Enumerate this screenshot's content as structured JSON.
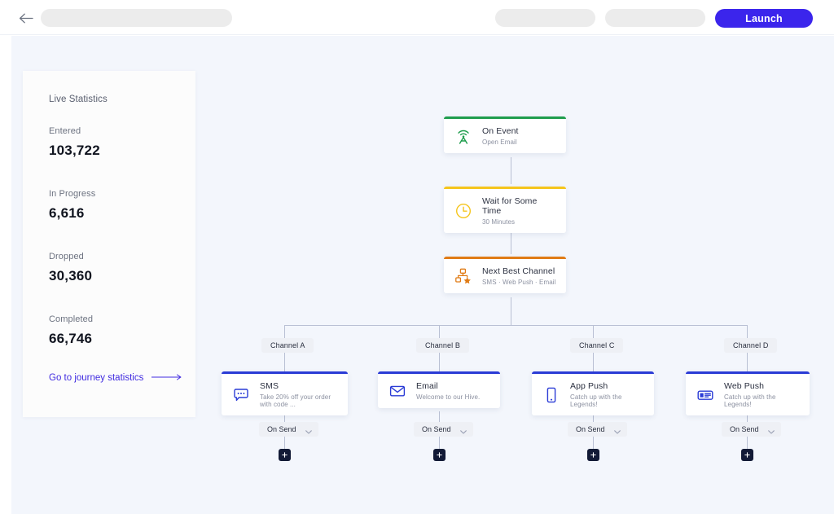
{
  "topbar": {
    "back_icon": "arrow-left-icon",
    "title_placeholder": "",
    "secondary_pill": "",
    "tertiary_pill": "",
    "launch_label": "Launch",
    "launch_color": "#3b25ec"
  },
  "stats": {
    "heading": "Live Statistics",
    "items": [
      {
        "label": "Entered",
        "value": "103,722"
      },
      {
        "label": "In Progress",
        "value": "6,616"
      },
      {
        "label": "Dropped",
        "value": "30,360"
      },
      {
        "label": "Completed",
        "value": "66,746"
      }
    ],
    "link_label": "Go to journey statistics",
    "link_color": "#3f2ae0"
  },
  "flow": {
    "trunk": [
      {
        "id": "on-event",
        "icon": "antenna-icon",
        "title": "On Event",
        "subtitle": "Open Email",
        "accent": "#1f9d4d"
      },
      {
        "id": "wait",
        "icon": "clock-icon",
        "title": "Wait for Some Time",
        "subtitle": "30 Minutes",
        "accent": "#f5c51c"
      },
      {
        "id": "next-best-channel",
        "icon": "hierarchy-star-icon",
        "title": "Next Best Channel",
        "subtitle": "SMS · Web Push · Email",
        "accent": "#e07b15"
      }
    ],
    "branches": [
      {
        "branch_label": "Channel A",
        "icon": "sms-bubble-icon",
        "title": "SMS",
        "subtitle": "Take 20% off your order with code ...",
        "accent": "#2a3bd6",
        "trigger_label": "On Send",
        "add_label": "+"
      },
      {
        "branch_label": "Channel B",
        "icon": "envelope-icon",
        "title": "Email",
        "subtitle": "Welcome to our Hive.",
        "accent": "#2a3bd6",
        "trigger_label": "On Send",
        "add_label": "+"
      },
      {
        "branch_label": "Channel C",
        "icon": "mobile-phone-icon",
        "title": "App Push",
        "subtitle": "Catch up with the Legends!",
        "accent": "#2a3bd6",
        "trigger_label": "On Send",
        "add_label": "+"
      },
      {
        "branch_label": "Channel D",
        "icon": "web-notification-icon",
        "title": "Web Push",
        "subtitle": "Catch up with the Legends!",
        "accent": "#2a3bd6",
        "trigger_label": "On Send",
        "add_label": "+"
      }
    ]
  }
}
